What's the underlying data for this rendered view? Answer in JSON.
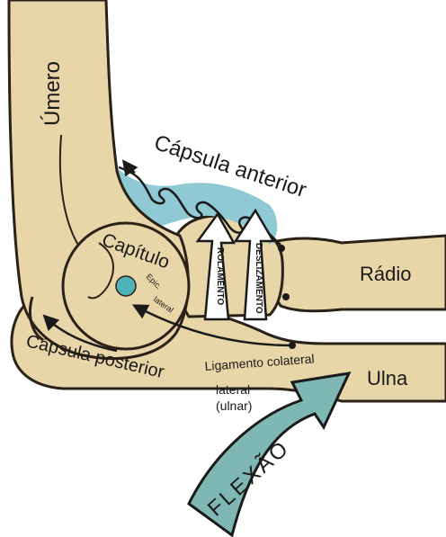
{
  "labels": {
    "umero": "Úmero",
    "capsula_anterior": "Cápsula anterior",
    "capitulo": "Capítulo",
    "epic_line1": "Epic.",
    "epic_line2": "lateral",
    "rolamento": "ROLAMENTO",
    "deslizamento": "DESLIZAMENTO",
    "radio": "Rádio",
    "capsula_posterior": "Cápsula posterior",
    "ligamento_line1": "Ligamento colateral",
    "ligamento_line2": "lateral",
    "ligamento_line3": "(ulnar)",
    "ulna": "Ulna",
    "flexao": "FLEXÃO"
  },
  "colors": {
    "bone": "#e9d6a8",
    "bone_outline": "#2a2118",
    "cartilage": "#8ec9d4",
    "flexion_arrow": "#7fb7b4",
    "arrow_fill": "#ffffff",
    "ink": "#1a1a1a"
  }
}
